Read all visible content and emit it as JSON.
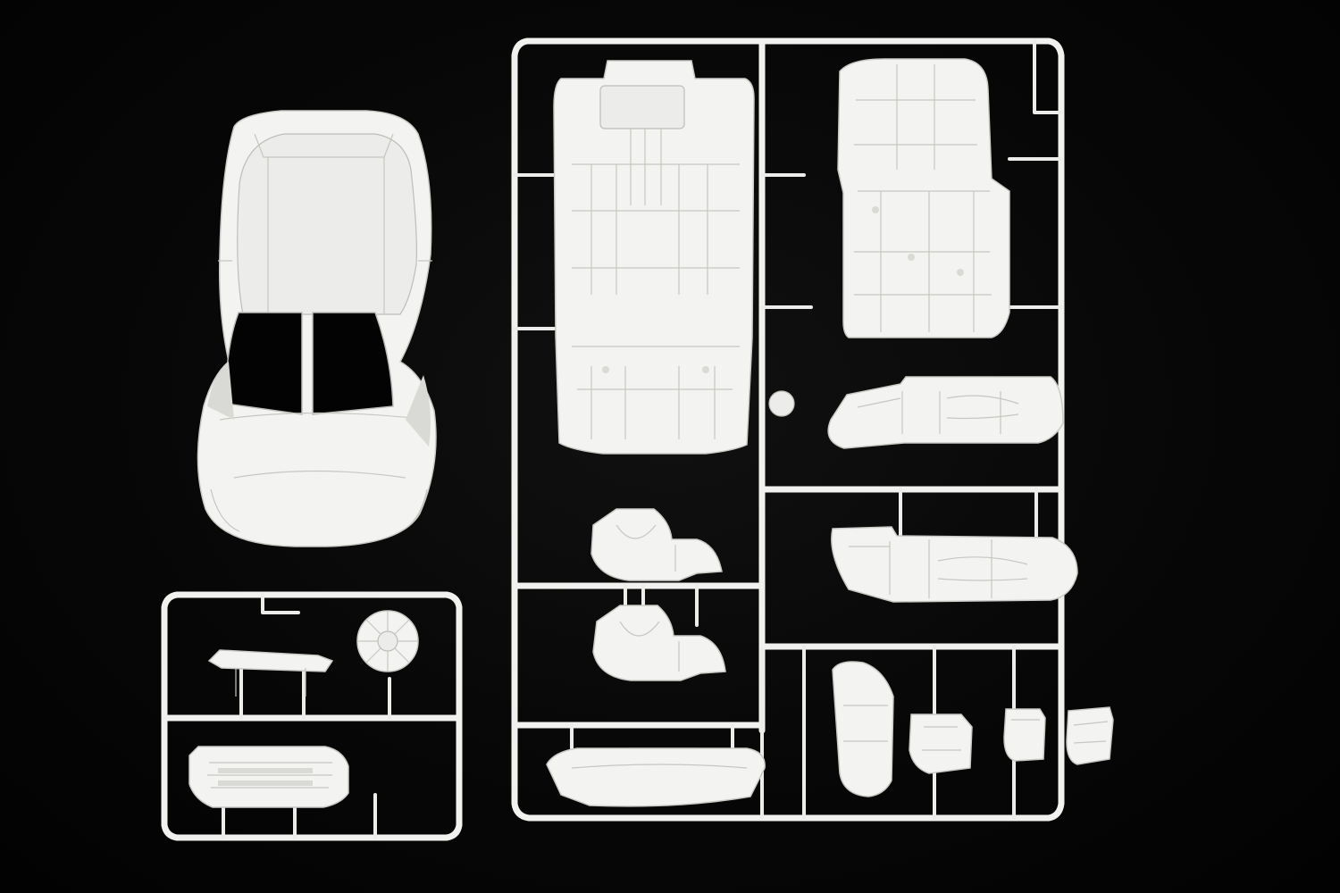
{
  "scene": {
    "description_free": true,
    "background_color": "#050505",
    "plastic_color": "#f2f2f0",
    "objects": {
      "car_body": "car-body-shell",
      "main_sprue": "main-parts-sprue",
      "small_sprue": "small-parts-sprue"
    }
  }
}
